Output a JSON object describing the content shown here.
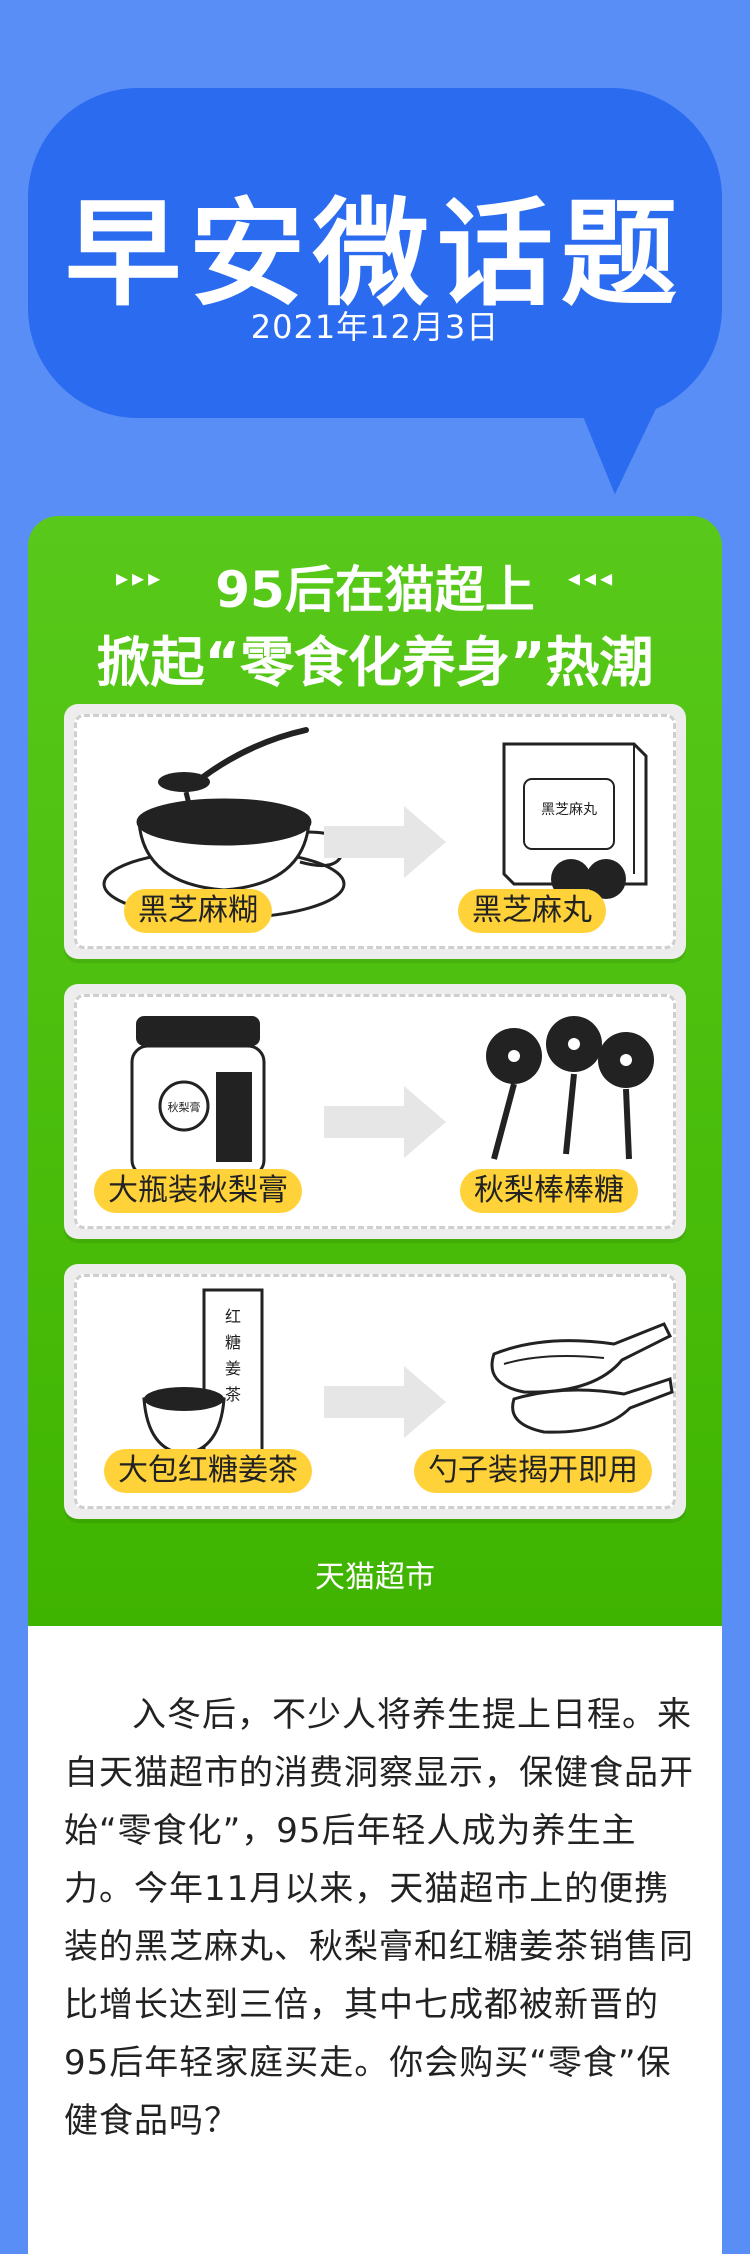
{
  "header": {
    "title": "早安微话题",
    "date": "2021年12月3日"
  },
  "card": {
    "title_line1": "95后在猫超上",
    "title_line2": "掀起“零食化养身”热潮",
    "arrows_left": "▸▸▸",
    "arrows_right": "◂◂◂",
    "panels": [
      {
        "from_label": "黑芝麻糊",
        "to_label": "黑芝麻丸"
      },
      {
        "from_label": "大瓶装秋梨膏",
        "to_label": "秋梨棒棒糖"
      },
      {
        "from_label": "大包红糖姜茶",
        "to_label": "勺子装揭开即用"
      }
    ],
    "box_text": "黑芝麻丸",
    "jar_text": "秋梨膏",
    "tea_box_text": [
      "红",
      "糖",
      "姜",
      "茶"
    ],
    "footer": "天猫超市"
  },
  "article": {
    "paragraph": "入冬后，不少人将养生提上日程。来自天猫超市的消费洞察显示，保健食品开始“零食化”，95后年轻人成为养生主力。今年11月以来，天猫超市上的便携装的黑芝麻丸、秋梨膏和红糖姜茶销售同比增长达到三倍，其中七成都被新晋的95后年轻家庭买走。你会购买“零食”保健食品吗？"
  },
  "colors": {
    "background": "#5a8ef7",
    "bubble": "#2a6bf0",
    "green": "#4ec00a",
    "label_yellow": "#ffd23a"
  }
}
